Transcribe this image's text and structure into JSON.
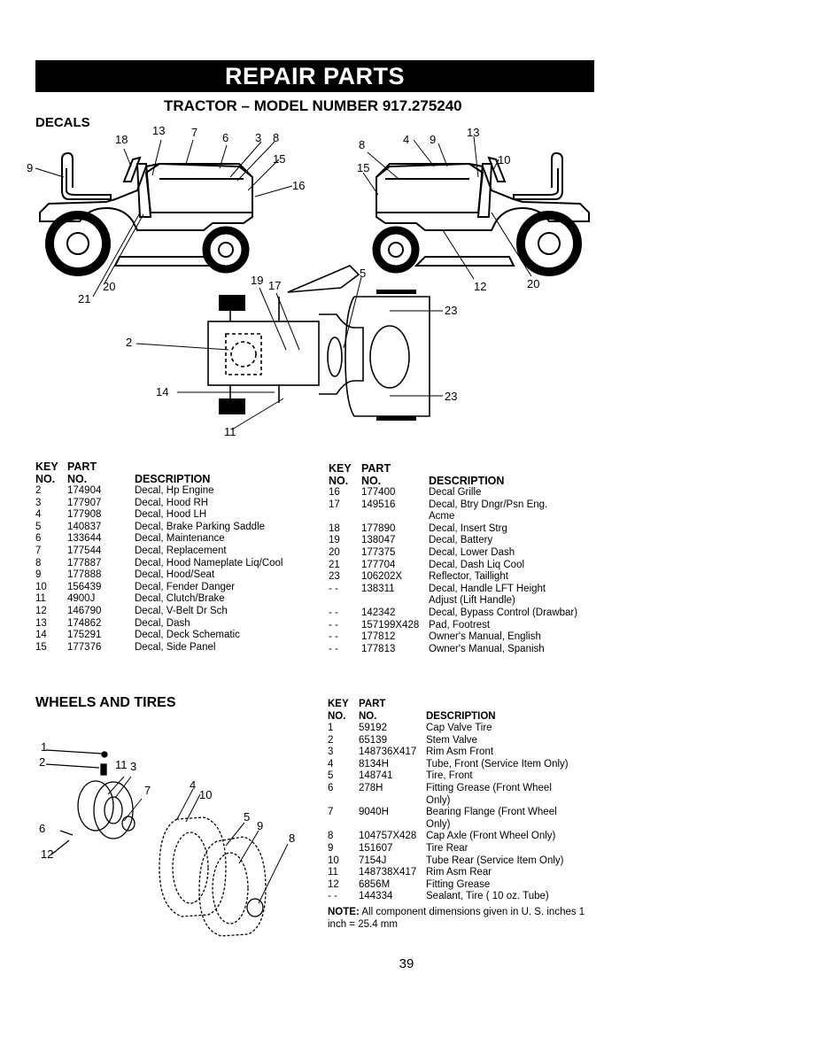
{
  "page": {
    "banner": "REPAIR PARTS",
    "subtitle": "TRACTOR – MODEL NUMBER 917.275240",
    "page_number": "39"
  },
  "decals": {
    "title": "DECALS",
    "callouts": {
      "left_view": [
        "18",
        "13",
        "7",
        "6",
        "3",
        "8",
        "9",
        "15",
        "16",
        "20",
        "21"
      ],
      "right_view": [
        "8",
        "4",
        "9",
        "13",
        "10",
        "15",
        "12",
        "20"
      ],
      "top_view": [
        "19",
        "17",
        "5",
        "23",
        "2",
        "14",
        "23",
        "11"
      ]
    },
    "headers": {
      "key": "KEY NO.",
      "part": "PART NO.",
      "key_line1": "KEY",
      "key_line2": "NO.",
      "part_line1": "PART",
      "part_line2": "NO.",
      "description": "DESCRIPTION"
    },
    "parts_left": [
      {
        "key": "2",
        "part": "174904",
        "desc": "Decal, Hp Engine"
      },
      {
        "key": "3",
        "part": "177907",
        "desc": "Decal, Hood RH"
      },
      {
        "key": "4",
        "part": "177908",
        "desc": "Decal, Hood LH"
      },
      {
        "key": "5",
        "part": "140837",
        "desc": "Decal, Brake Parking Saddle"
      },
      {
        "key": "6",
        "part": "133644",
        "desc": "Decal, Maintenance"
      },
      {
        "key": "7",
        "part": "177544",
        "desc": "Decal, Replacement"
      },
      {
        "key": "8",
        "part": "177887",
        "desc": "Decal, Hood Nameplate Liq/Cool"
      },
      {
        "key": "9",
        "part": "177888",
        "desc": "Decal, Hood/Seat"
      },
      {
        "key": "10",
        "part": "156439",
        "desc": "Decal, Fender Danger"
      },
      {
        "key": "11",
        "part": "4900J",
        "desc": "Decal, Clutch/Brake"
      },
      {
        "key": "12",
        "part": "146790",
        "desc": "Decal, V-Belt Dr Sch"
      },
      {
        "key": "13",
        "part": "174862",
        "desc": "Decal, Dash"
      },
      {
        "key": "14",
        "part": "175291",
        "desc": "Decal, Deck Schematic"
      },
      {
        "key": "15",
        "part": "177376",
        "desc": "Decal, Side Panel"
      }
    ],
    "parts_right": [
      {
        "key": "16",
        "part": "177400",
        "desc": "Decal Grille"
      },
      {
        "key": "17",
        "part": "149516",
        "desc": "Decal, Btry Dngr/Psn Eng.",
        "desc2": "Acme"
      },
      {
        "key": "18",
        "part": "177890",
        "desc": "Decal, Insert Strg"
      },
      {
        "key": "19",
        "part": "138047",
        "desc": "Decal, Battery"
      },
      {
        "key": "20",
        "part": "177375",
        "desc": "Decal, Lower Dash"
      },
      {
        "key": "21",
        "part": "177704",
        "desc": "Decal, Dash Liq Cool"
      },
      {
        "key": "23",
        "part": "106202X",
        "desc": "Reflector, Taillight"
      },
      {
        "key": "- -",
        "part": "138311",
        "desc": "Decal, Handle LFT Height",
        "desc2": "Adjust (Lift Handle)"
      },
      {
        "key": "- -",
        "part": "142342",
        "desc": "Decal, Bypass Control (Drawbar)"
      },
      {
        "key": "- -",
        "part": "157199X428",
        "desc": "Pad, Footrest"
      },
      {
        "key": "- -",
        "part": "177812",
        "desc": "Owner's Manual, English"
      },
      {
        "key": "- -",
        "part": "177813",
        "desc": "Owner's Manual, Spanish"
      }
    ]
  },
  "wheels": {
    "title": "WHEELS AND TIRES",
    "callouts": [
      "1",
      "2",
      "11",
      "3",
      "7",
      "4",
      "10",
      "6",
      "12",
      "5",
      "9",
      "8"
    ],
    "headers": {
      "key_line1": "KEY",
      "key_line2": "NO.",
      "part_line1": "PART",
      "part_line2": "NO.",
      "description": "DESCRIPTION"
    },
    "parts": [
      {
        "key": "1",
        "part": "59192",
        "desc": "Cap Valve Tire"
      },
      {
        "key": "2",
        "part": "65139",
        "desc": "Stem Valve"
      },
      {
        "key": "3",
        "part": "148736X417",
        "desc": "Rim Asm Front"
      },
      {
        "key": "4",
        "part": "8134H",
        "desc": "Tube, Front (Service Item Only)"
      },
      {
        "key": "5",
        "part": "148741",
        "desc": "Tire, Front"
      },
      {
        "key": "6",
        "part": "278H",
        "desc": "Fitting Grease (Front Wheel",
        "desc2": "Only)"
      },
      {
        "key": "7",
        "part": "9040H",
        "desc": "Bearing Flange (Front Wheel",
        "desc2": "Only)"
      },
      {
        "key": "8",
        "part": "104757X428",
        "desc": "Cap Axle (Front Wheel Only)"
      },
      {
        "key": "9",
        "part": "151607",
        "desc": "Tire Rear"
      },
      {
        "key": "10",
        "part": "7154J",
        "desc": "Tube Rear (Service Item Only)"
      },
      {
        "key": "11",
        "part": "148738X417",
        "desc": "Rim Asm Rear"
      },
      {
        "key": "12",
        "part": "6856M",
        "desc": "Fitting Grease"
      },
      {
        "key": "- -",
        "part": "144334",
        "desc": "Sealant, Tire ( 10 oz. Tube)"
      }
    ],
    "note_label": "NOTE:",
    "note_text": "All component dimensions given in U. S. inches 1 inch = 25.4 mm"
  }
}
